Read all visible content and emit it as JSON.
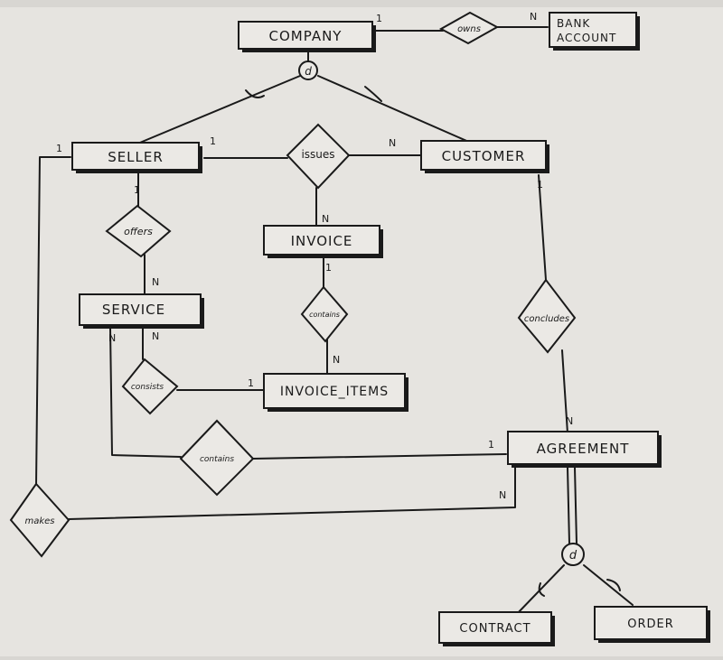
{
  "entities": {
    "company": "COMPANY",
    "bank_account_line1": "BANK",
    "bank_account_line2": "ACCOUNT",
    "seller": "SELLER",
    "customer": "CUSTOMER",
    "invoice": "INVOICE",
    "service": "SERVICE",
    "invoice_items": "INVOICE_ITEMS",
    "agreement": "AGREEMENT",
    "contract": "CONTRACT",
    "order": "ORDER"
  },
  "relationships": {
    "owns": "owns",
    "issues": "issues",
    "offers": "offers",
    "contains_invoice": "contains",
    "consists": "consists",
    "contains_service": "contains",
    "concludes": "concludes",
    "makes": "makes"
  },
  "specialization": {
    "company_disjoint": "d",
    "agreement_disjoint": "d"
  },
  "cardinalities": {
    "company_owns": "1",
    "owns_bank": "N",
    "seller_makes": "1",
    "seller_issues": "1",
    "issues_customer": "N",
    "issues_invoice": "N",
    "seller_offers": "1",
    "offers_service": "N",
    "invoice_contains": "1",
    "contains_items": "N",
    "service_makes": "N",
    "service_consists": "N",
    "consists_items": "1",
    "customer_concludes": "1",
    "concludes_agreement": "N",
    "contains_agreement": "1",
    "makes_agreement": "N"
  }
}
